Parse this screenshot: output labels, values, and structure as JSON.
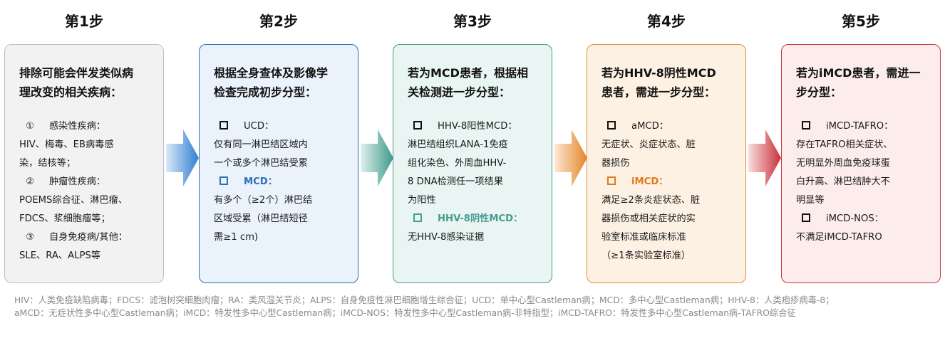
{
  "steps": [
    {
      "title": "第1步",
      "head": [
        "排除可能会伴发类似病",
        "理改变的相关疾病："
      ],
      "border": "#bdbdbd",
      "bg": "#f2f2f2",
      "lines": [
        {
          "marker": "①",
          "text": "感染性疾病："
        },
        {
          "text": "HIV、梅毒、EB病毒感"
        },
        {
          "text": "染，结核等；"
        },
        {
          "marker": "②",
          "text": "肿瘤性疾病："
        },
        {
          "text": "POEMS综合征、淋巴瘤、"
        },
        {
          "text": "FDCS、浆细胞瘤等；"
        },
        {
          "marker": "③",
          "text": "自身免疫病/其他："
        },
        {
          "text": "SLE、RA、ALPS等"
        }
      ]
    },
    {
      "title": "第2步",
      "head": [
        "根据全身查体及影像学",
        "检查完成初步分型："
      ],
      "border": "#2f6fb5",
      "bg": "#eaf2fc",
      "accent": "#2f6fb5",
      "lines": [
        {
          "sq": true,
          "text": "UCD："
        },
        {
          "text": "仅有同一淋巴结区域内"
        },
        {
          "text": "一个或多个淋巴结受累"
        },
        {
          "sq": true,
          "text": "MCD：",
          "accent": true
        },
        {
          "text": "有多个（≥2个）淋巴结"
        },
        {
          "text": "区域受累（淋巴结短径"
        },
        {
          "text": "需≥1 cm)"
        }
      ]
    },
    {
      "title": "第3步",
      "head": [
        "若为MCD患者，根据相",
        "关检测进一步分型："
      ],
      "border": "#4a9a8e",
      "bg": "#e8f5f2",
      "accent": "#4a9a8e",
      "lines": [
        {
          "sq": true,
          "text": "HHV-8阳性MCD："
        },
        {
          "text": "淋巴结组织LANA-1免疫"
        },
        {
          "text": "组化染色、外周血HHV-"
        },
        {
          "text": "8 DNA检测任一项结果"
        },
        {
          "text": "为阳性"
        },
        {
          "sq": true,
          "text": "HHV-8阴性MCD：",
          "accent": true
        },
        {
          "text": "无HHV-8感染证据"
        }
      ]
    },
    {
      "title": "第4步",
      "head": [
        "若为HHV-8阴性MCD",
        "患者，需进一步分型："
      ],
      "border": "#e2903a",
      "bg": "#fdf1e4",
      "accent": "#e07b1a",
      "lines": [
        {
          "sq": true,
          "text": "aMCD："
        },
        {
          "text": "无症状、炎症状态、脏"
        },
        {
          "text": "器损伤"
        },
        {
          "sq": true,
          "text": "iMCD：",
          "accent": true
        },
        {
          "text": "满足≥2条炎症状态、脏"
        },
        {
          "text": "器损伤或相关症状的实"
        },
        {
          "text": "验室标准或临床标准"
        },
        {
          "text": "（≥1条实验室标准）"
        }
      ]
    },
    {
      "title": "第5步",
      "head": [
        "若为iMCD患者，需进一",
        "步分型："
      ],
      "border": "#c9353c",
      "bg": "#fdecec",
      "lines": [
        {
          "sq": true,
          "text": "iMCD-TAFRO："
        },
        {
          "text": "存在TAFRO相关症状、"
        },
        {
          "text": "无明显外周血免疫球蛋"
        },
        {
          "text": "白升高、淋巴结肿大不"
        },
        {
          "text": "明显等"
        },
        {
          "sq": true,
          "text": "iMCD-NOS："
        },
        {
          "text": "不满足iMCD-TAFRO"
        }
      ]
    }
  ],
  "arrow_colors": [
    [
      "#dbe8f8",
      "#2f7fd0"
    ],
    [
      "#dff0ec",
      "#3f9a8a"
    ],
    [
      "#fde9d5",
      "#e2862a"
    ],
    [
      "#f9dede",
      "#c9303a"
    ]
  ],
  "footnote": [
    "HIV：人类免疫缺陷病毒；FDCS：滤泡树突细胞肉瘤；RA：类风湿关节炎；ALPS：自身免疫性淋巴细胞增生综合征；UCD：单中心型Castleman病；MCD：多中心型Castleman病；HHV-8：人类疱疹病毒-8；",
    "aMCD：无症状性多中心型Castleman病；iMCD：特发性多中心型Castleman病；iMCD-NOS：特发性多中心型Castleman病-非特指型；iMCD-TAFRO：特发性多中心型Castleman病-TAFRO综合征"
  ]
}
